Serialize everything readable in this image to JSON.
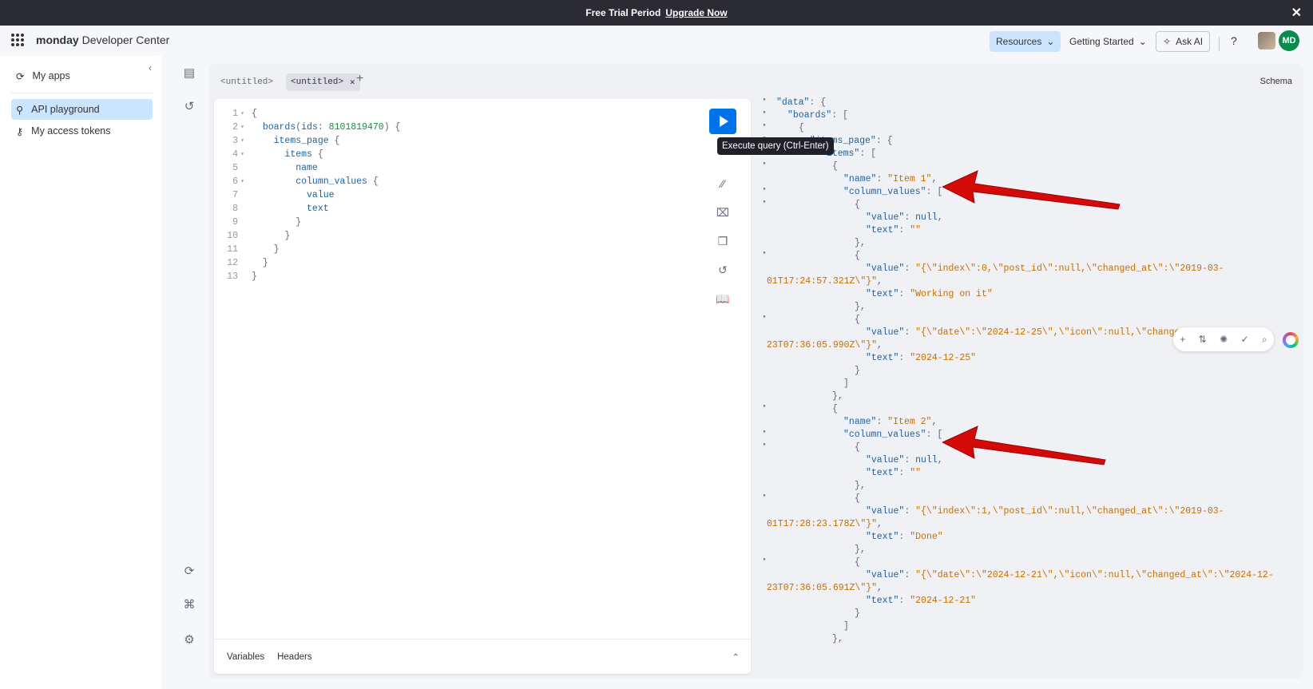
{
  "banner": {
    "text": "Free Trial Period",
    "link": "Upgrade Now"
  },
  "header": {
    "brand_bold": "monday",
    "brand_rest": " Developer Center",
    "resources": "Resources",
    "getting_started": "Getting Started",
    "ask_ai": "Ask AI",
    "help": "?",
    "avatar_initials": "MD"
  },
  "sidebar": {
    "items": [
      {
        "label": "My apps"
      },
      {
        "label": "API playground"
      },
      {
        "label": "My access tokens"
      }
    ]
  },
  "tabs": [
    {
      "label": "<untitled>"
    },
    {
      "label": "<untitled>"
    }
  ],
  "schema_label": "Schema",
  "tooltip": "Execute query (Ctrl-Enter)",
  "editor": {
    "board_id": "8101819470",
    "footer": {
      "variables": "Variables",
      "headers": "Headers"
    }
  },
  "result": {
    "item1_name": "\"Item 1\"",
    "item1_status_value": "\"{\\\"index\\\":0,\\\"post_id\\\":null,\\\"changed_at\\\":\\\"2019-03-",
    "item1_status_value_cont": "01T17:24:57.321Z\\\"}\"",
    "item1_status_text": "\"Working on it\"",
    "item1_date_value": "\"{\\\"date\\\":\\\"2024-12-25\\\",\\\"icon\\\":null,\\\"changed_",
    "item1_date_value_cont": "23T07:36:05.990Z\\\"}\"",
    "item1_date_text": "\"2024-12-25\"",
    "item2_name": "\"Item 2\"",
    "item2_status_value": "\"{\\\"index\\\":1,\\\"post_id\\\":null,\\\"changed_at\\\":\\\"2019-03-",
    "item2_status_value_cont": "01T17:28:23.178Z\\\"}\"",
    "item2_status_text": "\"Done\"",
    "item2_date_value": "\"{\\\"date\\\":\\\"2024-12-21\\\",\\\"icon\\\":null,\\\"changed_at\\\":\\\"2024-12-",
    "item2_date_value_cont": "23T07:36:05.691Z\\\"}\"",
    "item2_date_text": "\"2024-12-21\""
  },
  "colors": {
    "accent": "#0073ea",
    "active_bg": "#cce5ff",
    "annotation_arrow": "#d20a0a"
  }
}
